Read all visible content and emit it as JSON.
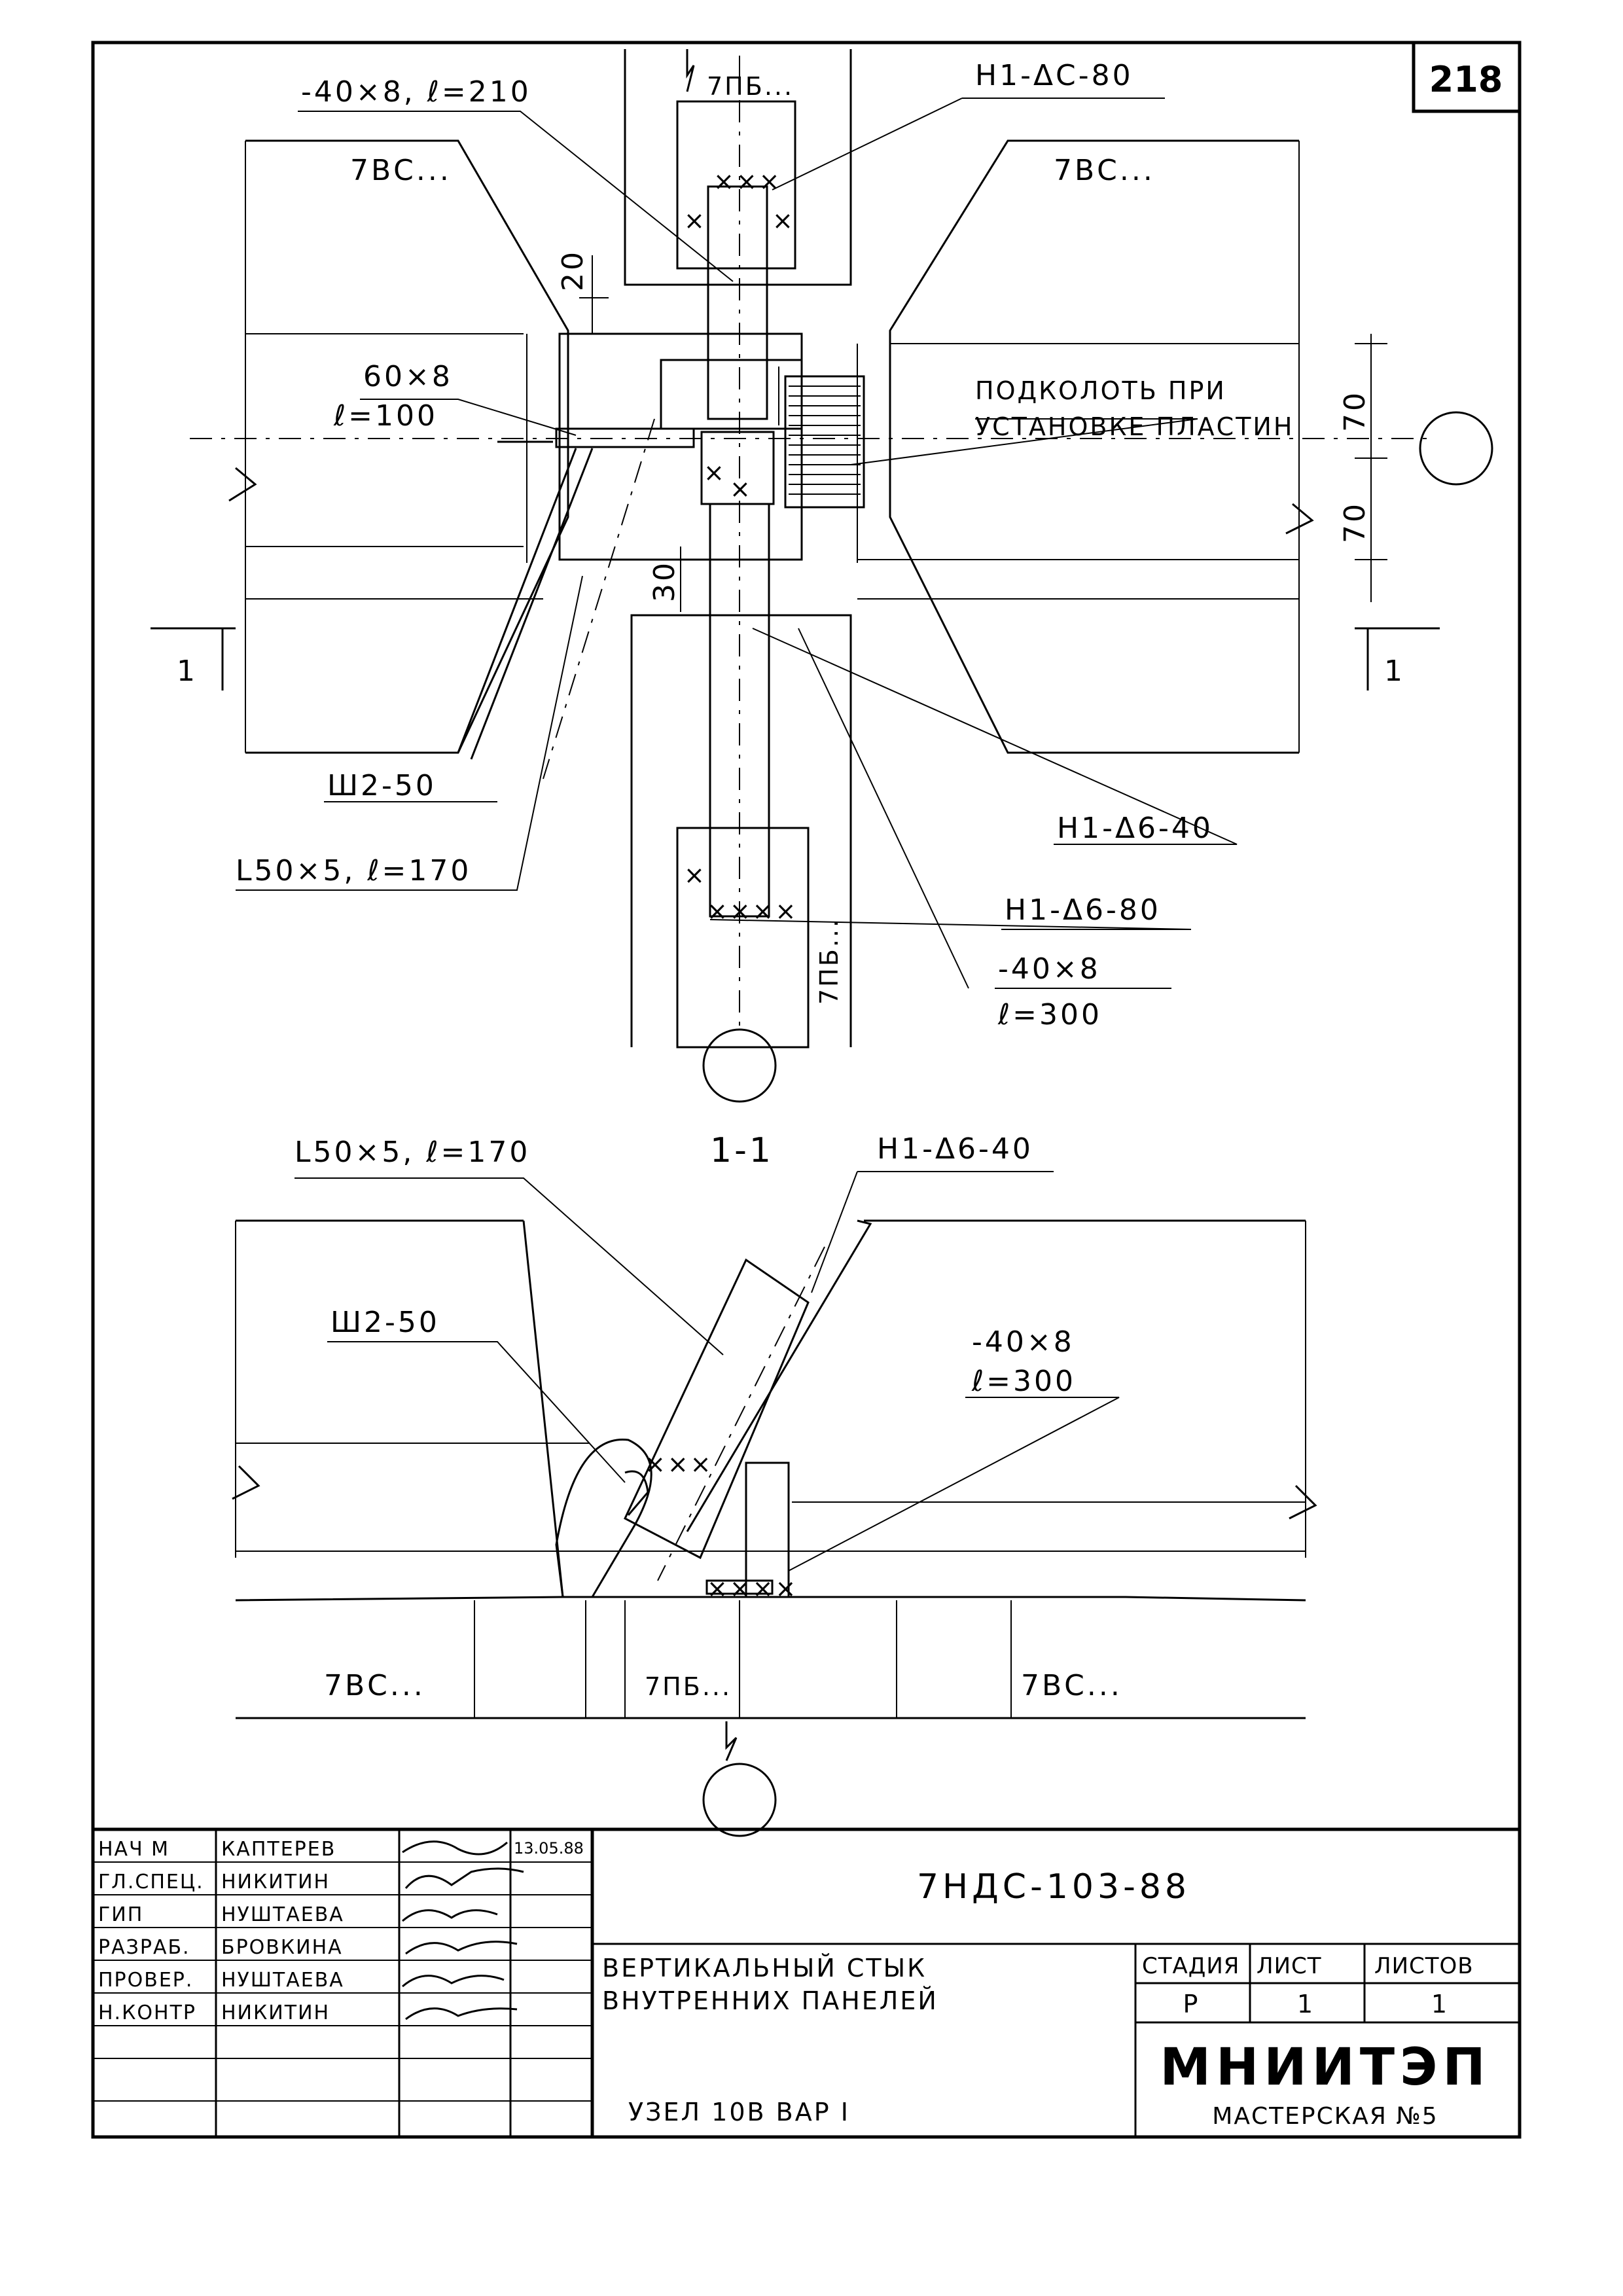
{
  "sheet": {
    "number": "218",
    "section_label": "1-1",
    "section_marks": [
      "1",
      "1"
    ]
  },
  "plan_labels": {
    "plate_top": "-40×8, ℓ=210",
    "panel_pb_top": "7ПБ...",
    "weld_top": "Н1-ΔС-80",
    "panel_vs_left": "7ВС...",
    "panel_vs_right": "7ВС...",
    "dim_20": "20",
    "plate_60_a": "60×8",
    "plate_60_b": "ℓ=100",
    "note_a": "ПОДКОЛОТЬ ПРИ",
    "note_b": "УСТАНОВКЕ ПЛАСТИН",
    "dim_70_a": "70",
    "dim_70_b": "70",
    "dim_30": "30",
    "pin_left": "Ш2-50",
    "angle_left": "L50×5, ℓ=170",
    "weld_mid": "Н1-Δ6-40",
    "weld_low": "Н1-Δ6-80",
    "plate_low_a": "-40×8",
    "plate_low_b": "ℓ=300",
    "panel_pb_bottom": "7ПБ..."
  },
  "section_labels": {
    "angle": "L50×5, ℓ=170",
    "weld": "Н1-Δ6-40",
    "pin": "Ш2-50",
    "plate_a": "-40×8",
    "plate_b": "ℓ=300",
    "vs_left": "7ВС...",
    "pb_mid": "7ПБ...",
    "vs_right": "7ВС..."
  },
  "title_block": {
    "code": "7НДС-103-88",
    "title_line1": "ВЕРТИКАЛЬНЫЙ СТЫК",
    "title_line2": "ВНУТРЕННИХ ПАНЕЛЕЙ",
    "subtitle": "УЗЕЛ 10В  ВАР I",
    "stage_head": "СТАДИЯ",
    "sheet_head": "ЛИСТ",
    "sheets_head": "ЛИСТОВ",
    "stage": "Р",
    "sheet_no": "1",
    "sheets_total": "1",
    "org": "МНИИТЭП",
    "workshop": "МАСТЕРСКАЯ №5",
    "date": "13.05.88",
    "roles": [
      {
        "role": "НАЧ М",
        "name": "КАПТЕРЕВ"
      },
      {
        "role": "ГЛ.СПЕЦ.",
        "name": "НИКИТИН"
      },
      {
        "role": "ГИП",
        "name": "НУШТАЕВА"
      },
      {
        "role": "РАЗРАБ.",
        "name": "БРОВКИНА"
      },
      {
        "role": "ПРОВЕР.",
        "name": "НУШТАЕВА"
      },
      {
        "role": "Н.КОНТР",
        "name": "НИКИТИН"
      }
    ]
  }
}
